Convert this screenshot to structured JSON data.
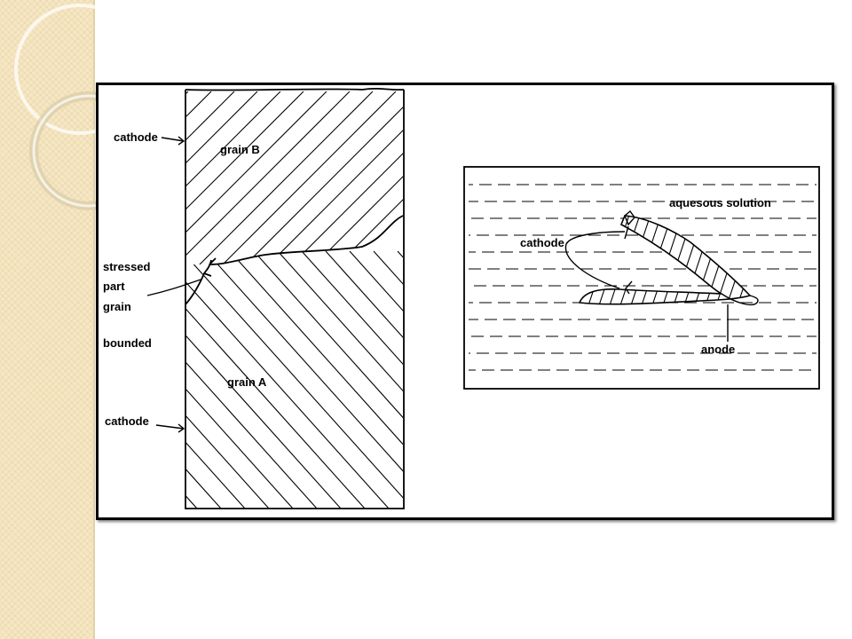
{
  "diagram": {
    "left_labels": {
      "cathode_top": "cathode",
      "grain_b": "grain B",
      "stressed_line1": "stressed",
      "stressed_line2": "part",
      "stressed_line3": "grain",
      "stressed_line4": "bounded",
      "grain_a": "grain A",
      "cathode_bottom": "cathode"
    },
    "right_labels": {
      "aqueous": "aquesous solution",
      "cathode": "cathode",
      "anode": "anode"
    }
  },
  "colors": {
    "sidebar": "#f6e7c4",
    "ink": "#000000"
  }
}
